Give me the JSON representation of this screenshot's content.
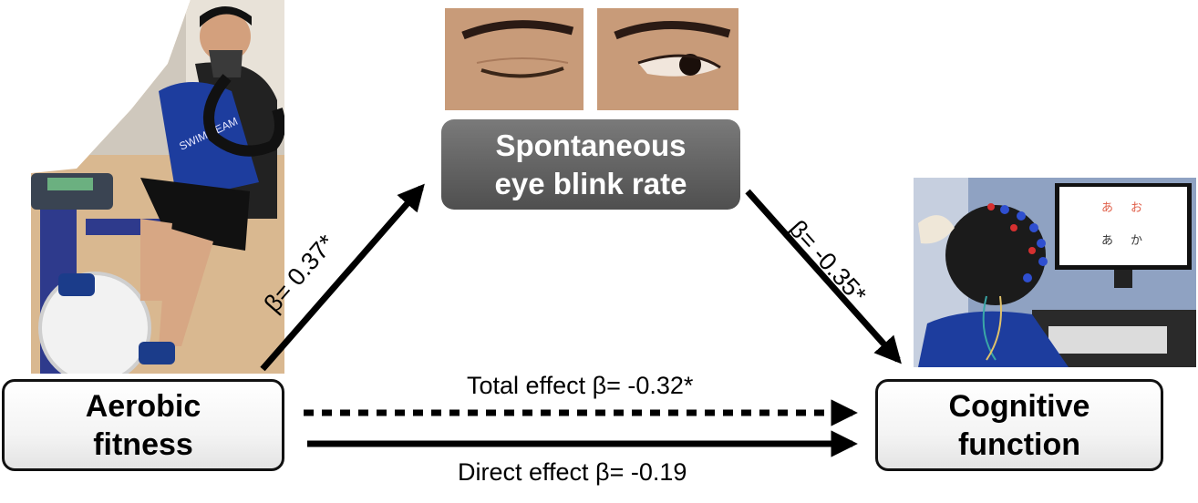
{
  "nodes": {
    "aerobic": "Aerobic\nfitness",
    "blink": "Spontaneous\neye blink rate",
    "cognitive": "Cognitive\nfunction"
  },
  "paths": {
    "a_path": "β= 0.37*",
    "b_path": "β= -0.35*",
    "total_effect": "Total effect β= -0.32*",
    "direct_effect": "Direct effect β= -0.19"
  },
  "screen": {
    "row1": [
      "あ",
      "お"
    ],
    "row2": [
      "あ",
      "か"
    ]
  },
  "shirt_text": "SWIM TEAM",
  "colors": {
    "dark_box": "#5f5f5f",
    "arrow": "#000000",
    "shirt": "#1d3d9e",
    "screen_red": "#e0604a"
  }
}
